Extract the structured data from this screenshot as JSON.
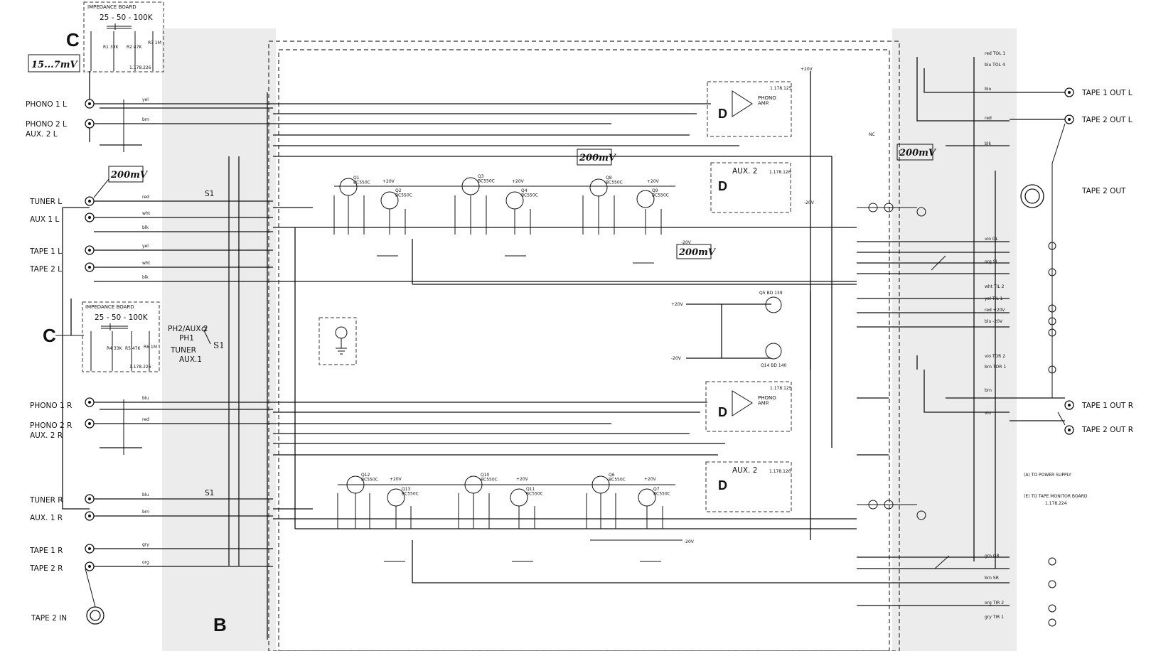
{
  "impedance_board": {
    "title": "IMPEDANCE BOARD",
    "range": "25 - 50 - 100K",
    "r3": "R3\n1M",
    "r2": "R2\n47K",
    "r1": "R1\n33K",
    "part": "1.178.226",
    "r4": "R4\n33K",
    "r5": "R5\n47K",
    "r6": "R6\n1M"
  },
  "markers": {
    "c_top": "C",
    "c_mid": "C",
    "b_bottom": "B"
  },
  "annotations": {
    "mv_input": "15...7mV",
    "mv_tuner": "200mV",
    "mv_mid": "200mV",
    "mv_ps": "200mV",
    "mv_right": "200mV"
  },
  "left_labels": {
    "phono1l": "PHONO 1  L",
    "phono2l": "PHONO 2  L",
    "aux2l": "AUX. 2  L",
    "tunerl": "TUNER    L",
    "aux1l": "AUX  1    L",
    "tape1l": "TAPE  1    L",
    "tape2l": "TAPE  2    L",
    "phono1r": "PHONO  1  R",
    "phono2r": "PHONO 2  R",
    "aux2r": "AUX. 2  R",
    "tunerr": "TUNER    R",
    "aux1r": "AUX.   1  R",
    "tape1r": "TAPE   1  R",
    "tape2r": "TAPE   2  R",
    "tape2in": "TAPE 2 IN"
  },
  "right_labels": {
    "tape1outl": "TAPE 1 OUT  L",
    "tape2outl": "TAPE 2 OUT  L",
    "tape2out": "TAPE 2 OUT",
    "tape1outr": "TAPE 1 OUT  R",
    "tape2outr": "TAPE 2 OUT  R",
    "to_ps": "(A) TO POWER SUPPLY",
    "to_tm": "(E) TO TAPE MONITOR BOARD",
    "tm_part": "1.178.224"
  },
  "switch_legend": {
    "ph2": "PH2/AUX 2",
    "ph1": "PH1",
    "tuner": "TUNER",
    "aux1": "AUX.1",
    "s1": "S1"
  },
  "blocks": {
    "phono_l": "PHONO\nAMP.",
    "aux2_l": "AUX. 2",
    "phono_r": "PHONO\nAMP.",
    "aux2_r": "AUX. 2",
    "d": "D",
    "part_phono": "1.178.125",
    "part_aux": "1.178.126"
  },
  "transistors": {
    "q1": "Q1\nBC550C",
    "q2": "Q2\nBC550C",
    "q3": "Q3\nBC550C",
    "q4": "Q4\nBC550C",
    "q8": "Q8\nBC550C",
    "q9": "Q9\nBC550C",
    "q5": "Q5  BD 139",
    "q14": "Q14  BD 140",
    "q12": "Q12\nBC550C",
    "q13": "Q13\nBC550C",
    "q10": "Q10\nBC550C",
    "q11": "Q11\nBC550C",
    "q6": "Q6\nBC550C",
    "q7": "Q7\nBC550C"
  },
  "rails": {
    "p20": "+20V",
    "m20": "-20V"
  },
  "wire_colors": {
    "yel": "yel",
    "brn": "brn",
    "red": "red",
    "wht": "wht",
    "blk": "blk",
    "blu": "blu",
    "gry": "gry",
    "org": "org",
    "vio": "vio",
    "grn": "grn"
  },
  "right_connector_rows": [
    "red   TOL 1",
    "blu   TOL 4",
    "blu",
    "red",
    "blk",
    "vio   GL",
    "org   SL",
    "wht   TIL 2",
    "yel   TIL 1",
    "red  +20V",
    "blu   -20V",
    "vio   TOR 2",
    "brn   TOR 1",
    "brn",
    "vio",
    "grn   GR",
    "brn   SR",
    "org   TIR 2",
    "gry   TIR 1"
  ],
  "nc": "NC"
}
